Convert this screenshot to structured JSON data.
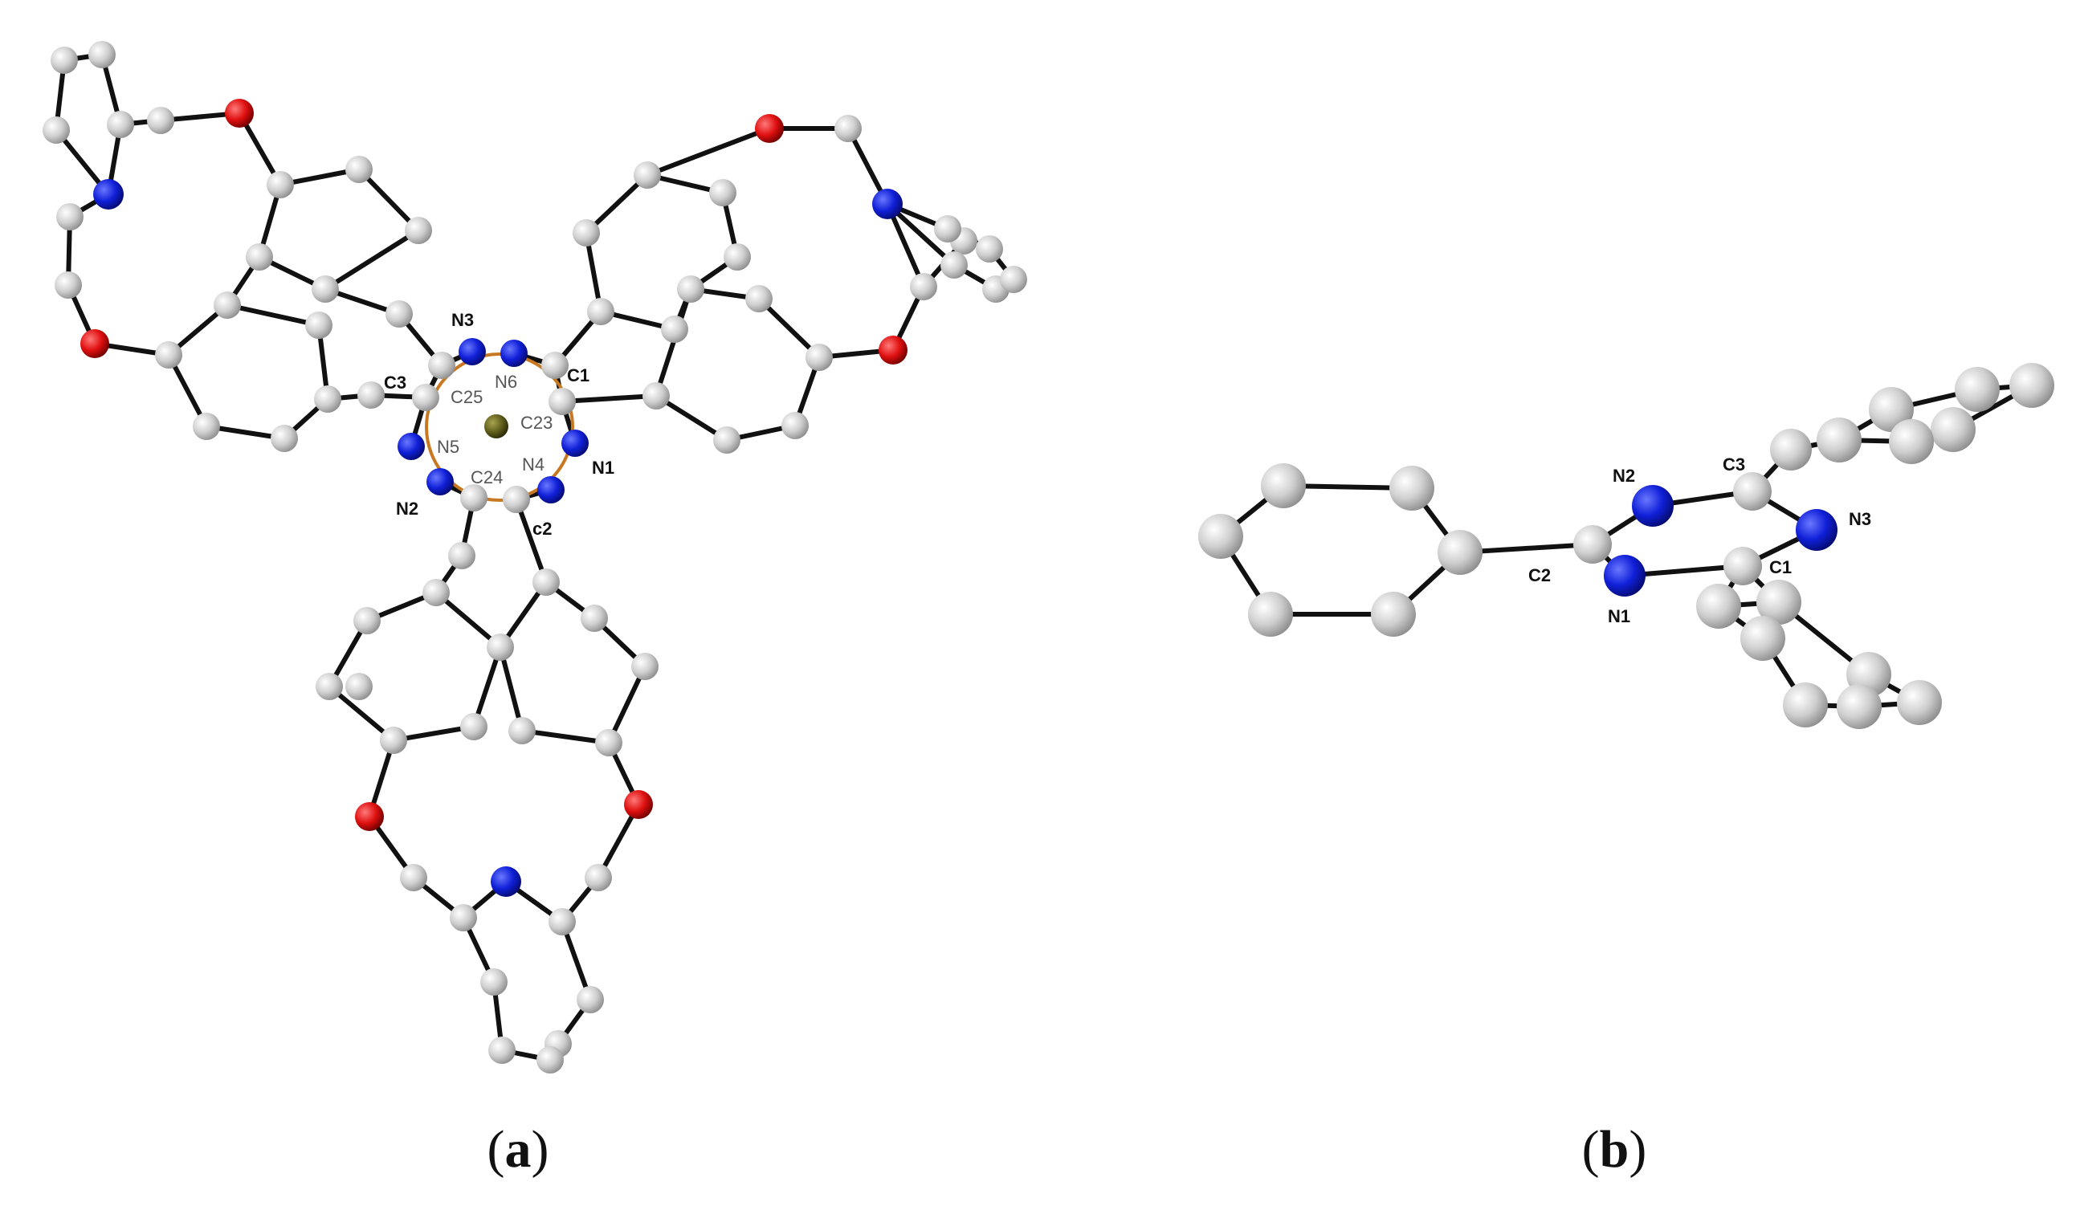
{
  "colors": {
    "carbon": "#c8c8c8",
    "nitrogen": "#1020d8",
    "oxygen": "#e01010",
    "metal_centroid": "#5c5a1a",
    "ring_outline": "#c87820",
    "bond": "#111111",
    "background": "#ffffff"
  },
  "panels": {
    "a": {
      "open_paren": "(",
      "letter": "a",
      "close_paren": ")",
      "atom_labels": {
        "n3": "N3",
        "c1": "C1",
        "c3": "C3",
        "c25": "C25",
        "n6": "N6",
        "c23": "C23",
        "n5": "N5",
        "n4": "N4",
        "n1": "N1",
        "n2": "N2",
        "c24": "C24",
        "c2": "c2"
      }
    },
    "b": {
      "open_paren": "(",
      "letter": "b",
      "close_paren": ")",
      "atom_labels": {
        "n2": "N2",
        "c3": "C3",
        "n3": "N3",
        "c2": "C2",
        "c1": "C1",
        "n1": "N1"
      }
    }
  }
}
